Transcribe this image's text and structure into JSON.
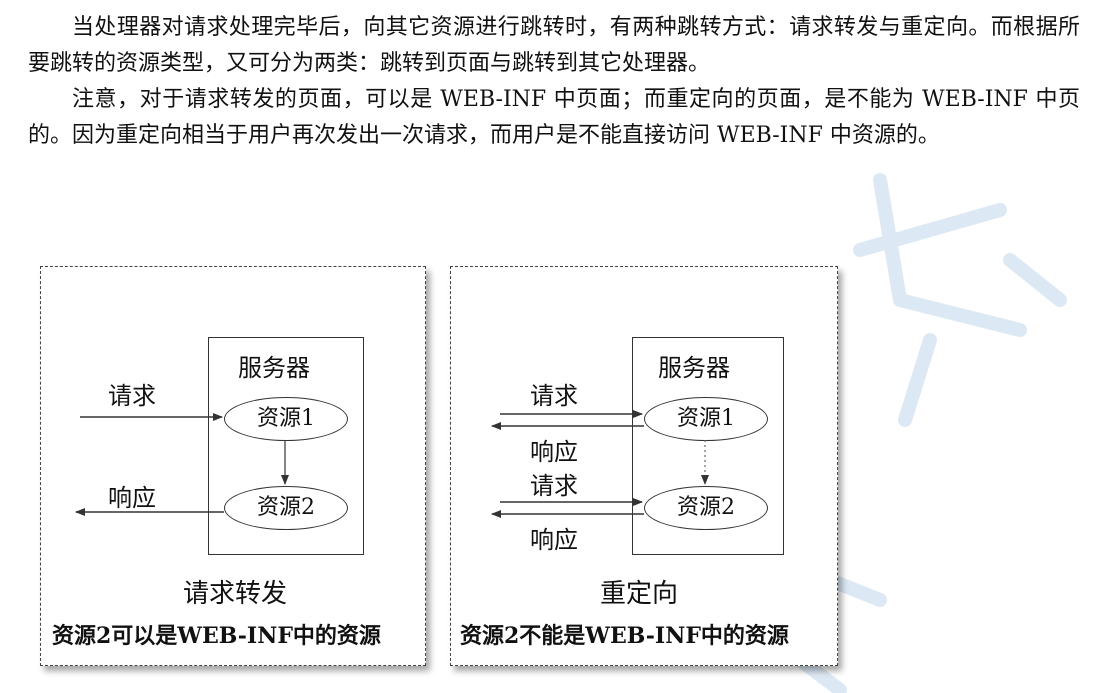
{
  "text": {
    "para1": "当处理器对请求处理完毕后，向其它资源进行跳转时，有两种跳转方式：请求转发与重定向。而根据所要跳转的资源类型，又可分为两类：跳转到页面与跳转到其它处理器。",
    "para2": "注意，对于请求转发的页面，可以是 WEB-INF 中页面；而重定向的页面，是不能为 WEB-INF 中页的。因为重定向相当于用户再次发出一次请求，而用户是不能直接访问 WEB-INF 中资源的。"
  },
  "diagrams": {
    "forward": {
      "server_label": "服务器",
      "request_label": "请求",
      "response_label": "响应",
      "resource1": "资源1",
      "resource2": "资源2",
      "title": "请求转发",
      "caption": "资源2可以是WEB-INF中的资源"
    },
    "redirect": {
      "server_label": "服务器",
      "request1_label": "请求",
      "response1_label": "响应",
      "request2_label": "请求",
      "response2_label": "响应",
      "resource1": "资源1",
      "resource2": "资源2",
      "title": "重定向",
      "caption": "资源2不能是WEB-INF中的资源"
    }
  }
}
